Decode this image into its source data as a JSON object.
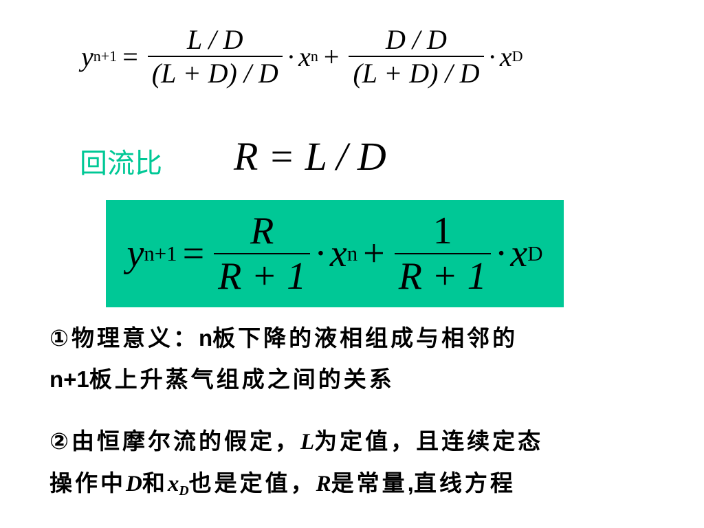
{
  "eq1": {
    "lhs_var": "y",
    "lhs_sub": "n+1",
    "equals": "=",
    "f1_num": "L / D",
    "f1_den": "(L + D) / D",
    "dot1": "·",
    "x1": "x",
    "x1_sub": "n",
    "plus": "+",
    "f2_num": "D / D",
    "f2_den": "(L + D) / D",
    "dot2": "·",
    "x2": "x",
    "x2_sub": "D"
  },
  "reflux": {
    "label": "回流比",
    "formula": "R = L / D",
    "label_color": "#00c896"
  },
  "boxed_eq": {
    "background": "#00c896",
    "lhs_var": "y",
    "lhs_sub": "n+1",
    "equals": "=",
    "f1_num": "R",
    "f1_den": "R + 1",
    "dot1": "·",
    "x1": "x",
    "x1_sub": "n",
    "plus": "+",
    "f2_num": "1",
    "f2_den": "R + 1",
    "dot2": "·",
    "x2": "x",
    "x2_sub": "D"
  },
  "point1": {
    "marker": "①",
    "line1_a": "物理意义：",
    "line1_b": "n",
    "line1_c": "板下降的液相组成与相邻的",
    "line2_a": "n+1",
    "line2_b": "板上升蒸气组成之间的关系"
  },
  "point2": {
    "marker": "②",
    "line1_a": "由恒摩尔流的假定，",
    "line1_L": "L",
    "line1_b": "为定值，且连续定态",
    "line2_a": "操作中",
    "line2_D": "D",
    "line2_b": "和",
    "line2_x": "x",
    "line2_xsub": "D",
    "line2_c": "也是定值，",
    "line2_R": "R",
    "line2_d": "是常量",
    "line2_e": ",",
    "line2_f": "直线方程"
  }
}
